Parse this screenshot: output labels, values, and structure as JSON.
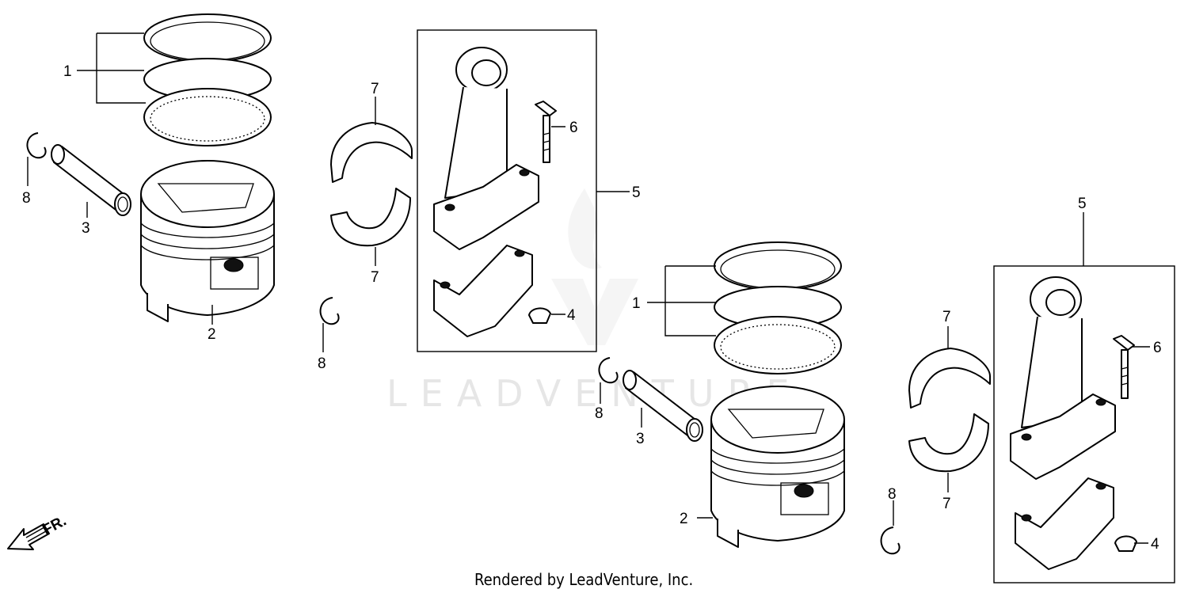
{
  "callouts": {
    "left_piston_rings": "1",
    "left_piston": "2",
    "left_piston_pin": "3",
    "left_clip_a": "8",
    "left_clip_b": "8",
    "left_bearing_upper": "7",
    "left_bearing_lower": "7",
    "left_conrod_assembly": "5",
    "left_conrod_bolt": "6",
    "left_conrod_nut": "4",
    "right_piston_rings": "1",
    "right_piston": "2",
    "right_piston_pin": "3",
    "right_clip_a": "8",
    "right_clip_b": "8",
    "right_bearing_upper": "7",
    "right_bearing_lower": "7",
    "right_conrod_assembly": "5",
    "right_conrod_bolt": "6",
    "right_conrod_nut": "4"
  },
  "direction_marker": "FR.",
  "watermark": "LEADVENTURE",
  "footer": "Rendered by LeadVenture, Inc.",
  "icons": {
    "direction": "arrow-front-icon",
    "watermark_logo": "leadventure-flame-logo-icon"
  }
}
